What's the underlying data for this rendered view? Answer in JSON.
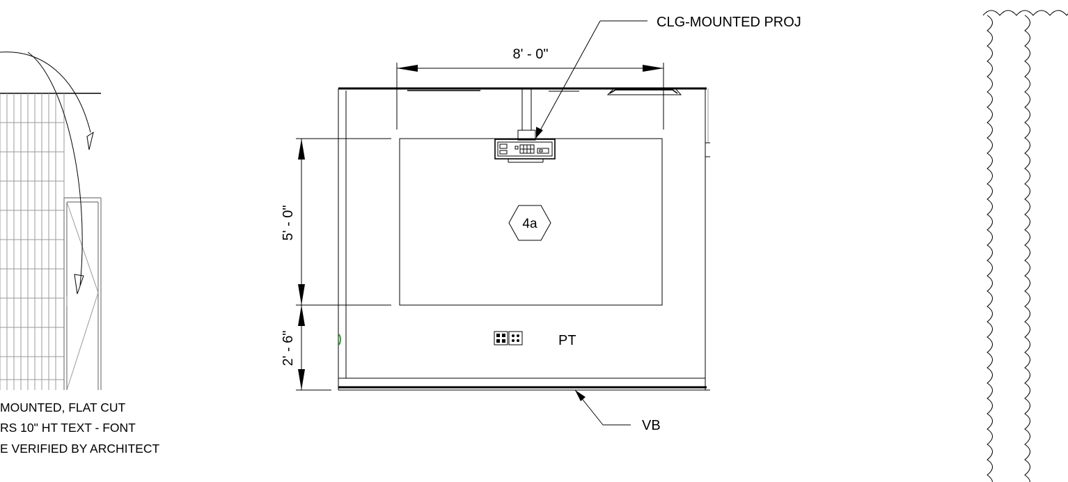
{
  "labels": {
    "projector_note": "CLG-MOUNTED PROJ",
    "width_dim": "8' - 0\"",
    "screen_height_dim": "5' - 0\"",
    "sill_height_dim": "2' - 6\"",
    "tag": "4a",
    "wall_finish": "PT",
    "base": "VB"
  },
  "note_lines": [
    "MOUNTED, FLAT CUT",
    "RS 10\" HT TEXT - FONT",
    "E VERIFIED BY ARCHITECT"
  ],
  "icons": {
    "projector": "projector-icon",
    "outlet": "duplex-outlet-icon",
    "revision_cloud": "revision-cloud"
  },
  "colors": {
    "line": "#000000",
    "grey_line": "#9a9a9a",
    "accent_green": "#2e9e2e"
  }
}
